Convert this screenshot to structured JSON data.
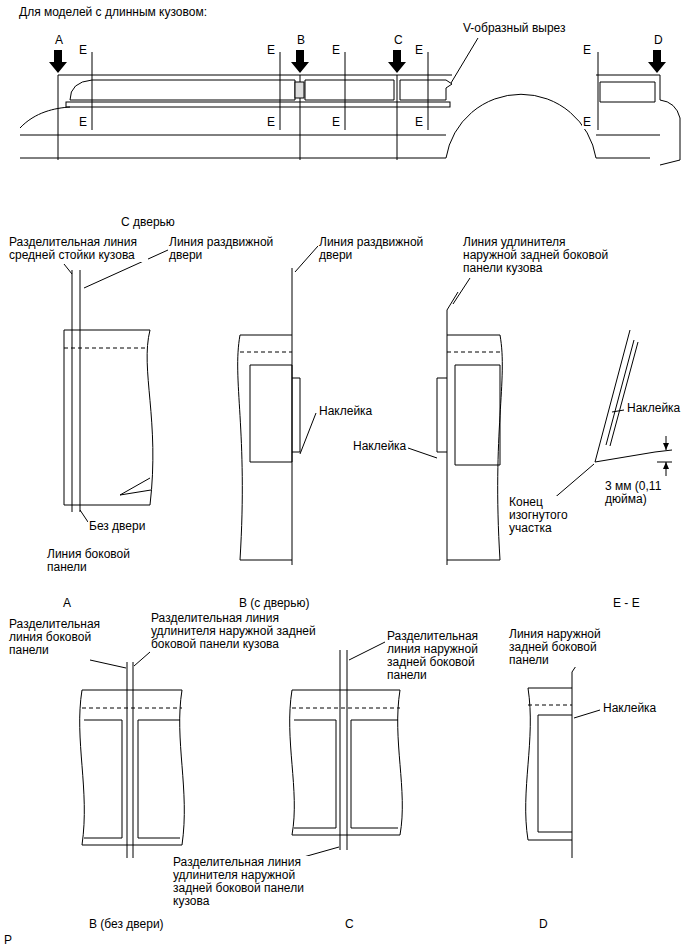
{
  "diagram": {
    "title": "Для моделей с длинным кузовом:",
    "labels": [
      "A",
      "E",
      "E",
      "B",
      "E",
      "E",
      "E",
      "E",
      "C",
      "E",
      "E",
      "V-образный вырез",
      "E",
      "E",
      "D",
      "С дверью",
      "Разделительная линия средней стойки кузова",
      "Линия раздвижной двери",
      "Без двери",
      "Линия боковой панели",
      "A",
      "Линия раздвижной двери",
      "Наклейка",
      "B (с дверью)",
      "Линия удлинителя наружной задней боковой панели кузова",
      "Наклейка",
      "Наклейка",
      "3 мм (0,11 дюйма)",
      "Конец изогнутого участка",
      "E - E",
      "Разделительная линия боковой панели",
      "Разделительная линия удлинителя наружной задней боковой панели кузова",
      "B (без двери)",
      "Разделительная линия наружной задней боковой панели",
      "Разделительная линия удлинителя наружной задней боковой панели кузова",
      "C",
      "Линия наружной задней боковой панели",
      "Наклейка",
      "D",
      "P"
    ]
  }
}
